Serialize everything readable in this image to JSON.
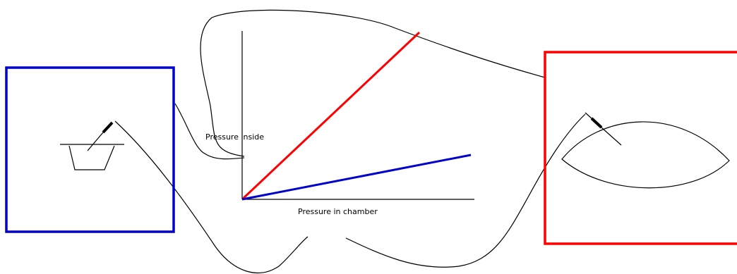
{
  "diagram": {
    "y_axis_label": "Pressure inside",
    "x_axis_label": "Pressure in chamber",
    "colors": {
      "line": "#000000",
      "red": "#ff0000",
      "blue": "#0000cc",
      "background": "#ffffff"
    },
    "series": [
      {
        "color_key": "red"
      },
      {
        "color_key": "blue"
      }
    ],
    "left_panel": {
      "color_key": "blue",
      "contents": [
        "dish",
        "needle-probe"
      ]
    },
    "right_panel": {
      "color_key": "red",
      "contents": [
        "lens-shaped-bag",
        "needle-probe"
      ]
    }
  }
}
